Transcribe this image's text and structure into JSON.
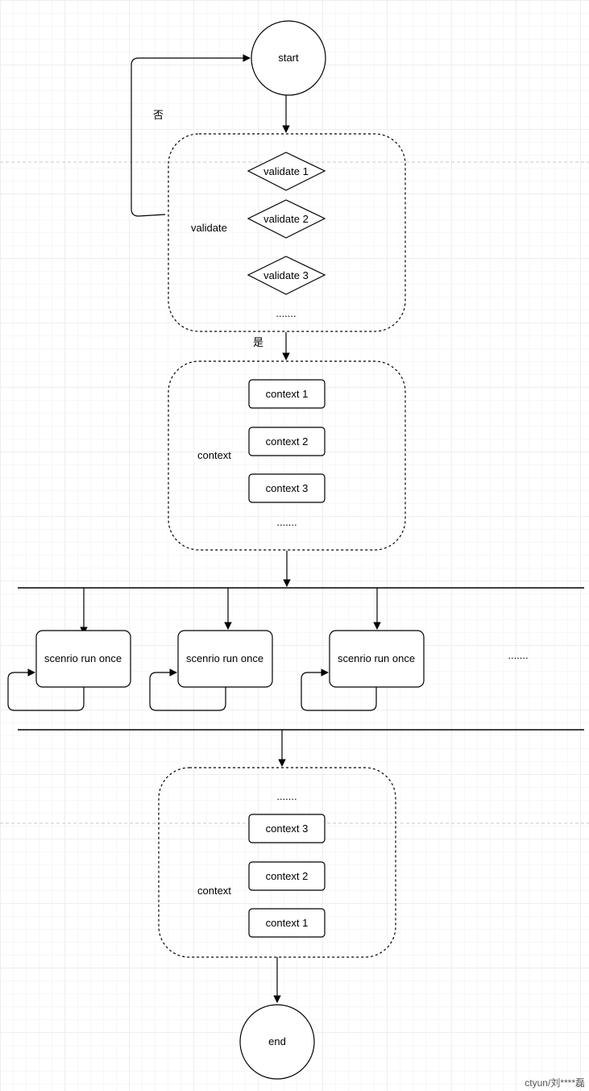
{
  "diagram": {
    "start": "start",
    "end": "end",
    "no_label": "否",
    "yes_label": "是",
    "validate_group": {
      "label": "validate",
      "items": [
        "validate 1",
        "validate 2",
        "validate 3"
      ],
      "ellipsis": "......."
    },
    "context_group_top": {
      "label": "context",
      "items": [
        "context 1",
        "context 2",
        "context 3"
      ],
      "ellipsis": "......."
    },
    "scenarios": [
      "scenrio run once",
      "scenrio run once",
      "scenrio run once"
    ],
    "scenarios_ellipsis": ".......",
    "context_group_bottom": {
      "label": "context",
      "ellipsis": ".......",
      "items": [
        "context 3",
        "context 2",
        "context 1"
      ]
    }
  },
  "watermark": "ctyun/刘****磊"
}
